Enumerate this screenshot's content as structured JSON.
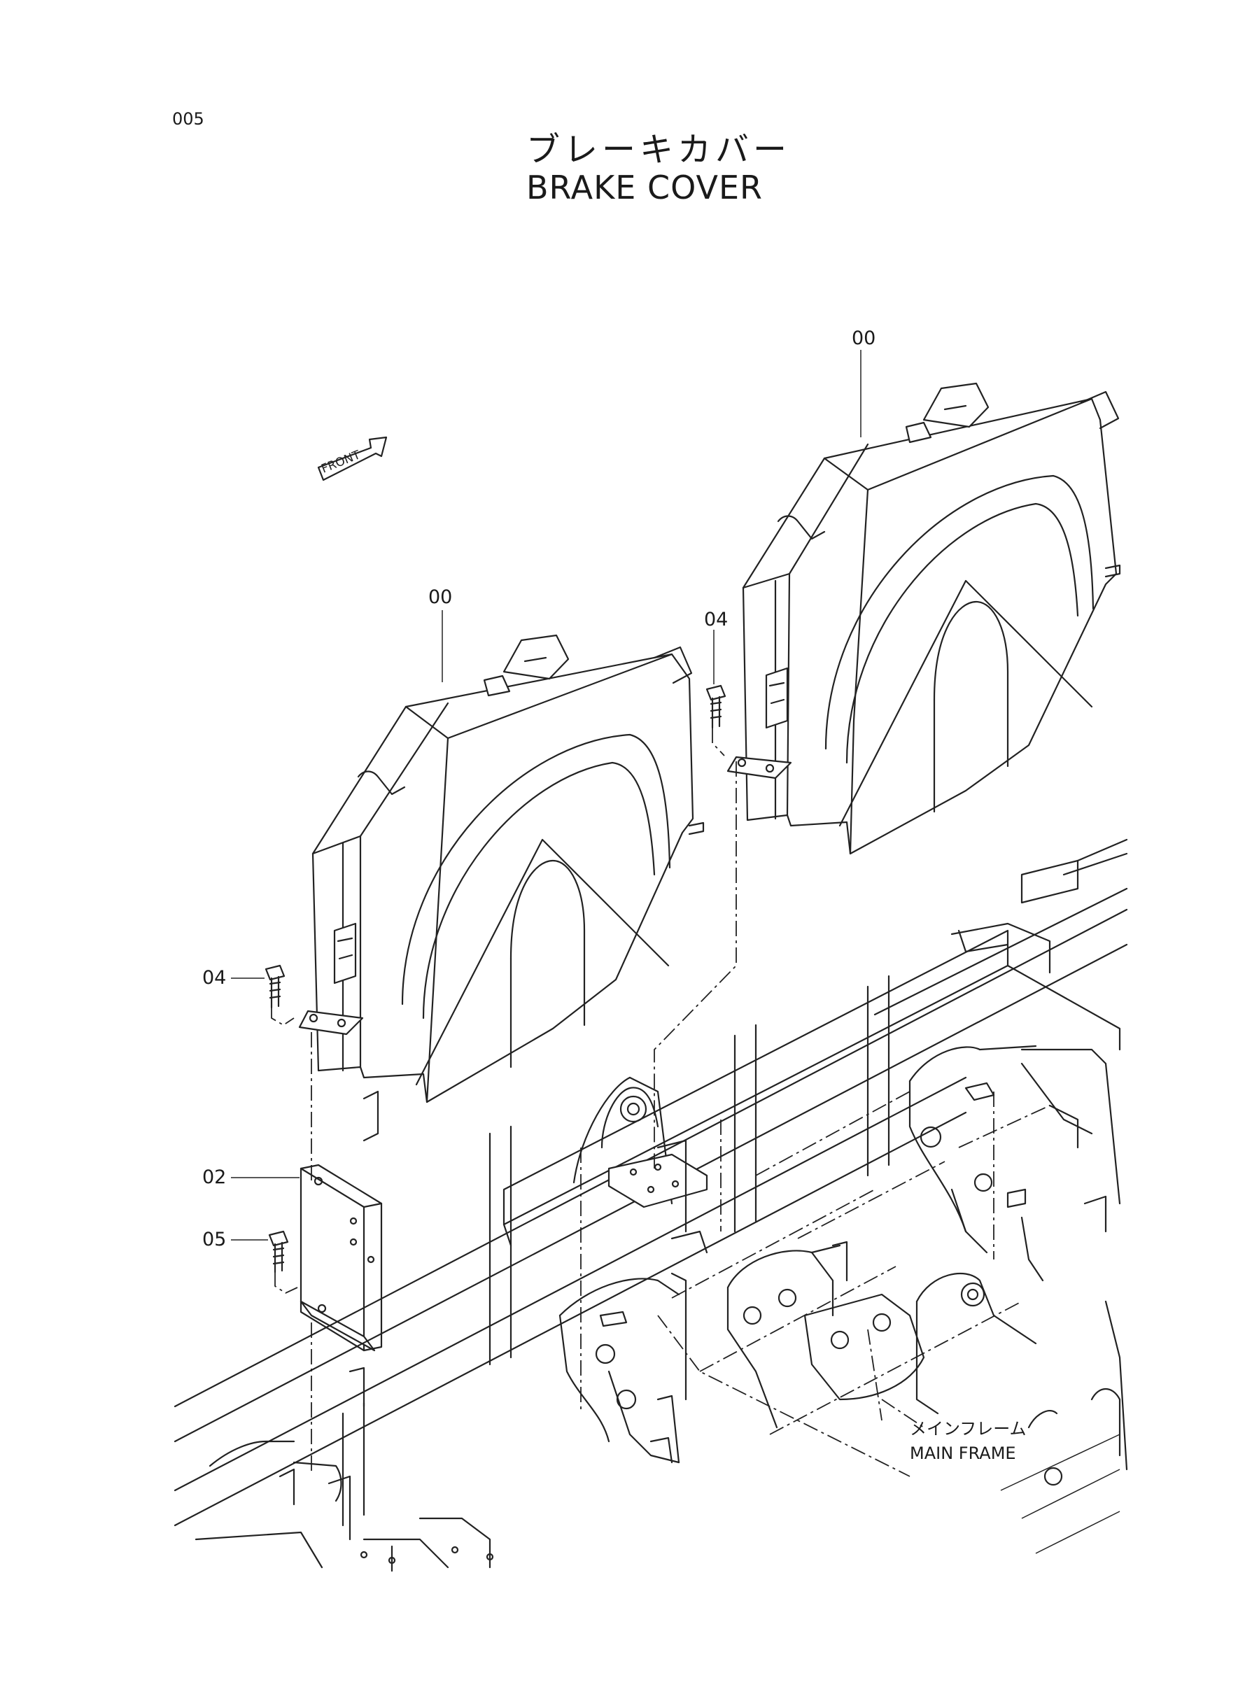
{
  "page": {
    "number": "005"
  },
  "title": {
    "japanese": "ブレーキカバー",
    "english": "BRAKE COVER"
  },
  "direction_indicator": {
    "label": "FRONT"
  },
  "callouts": {
    "cover_right": "00",
    "cover_left": "00",
    "bolt_right": "04",
    "bolt_left": "04",
    "bracket": "02",
    "bolt_bracket": "05"
  },
  "main_frame": {
    "japanese": "メインフレーム",
    "english": "MAIN FRAME"
  }
}
